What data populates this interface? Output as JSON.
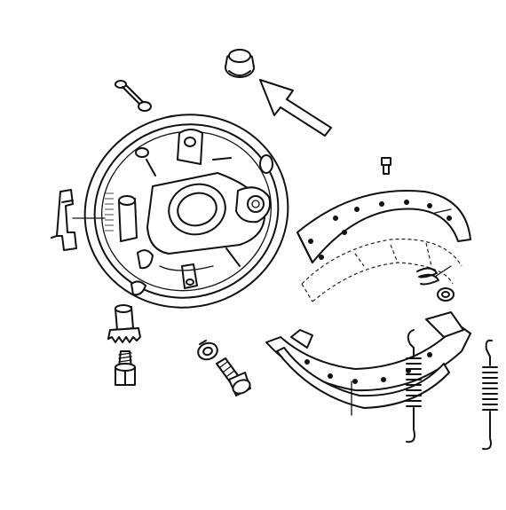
{
  "diagram": {
    "parts": [
      {
        "id": "plug",
        "icon": "rubber-plug-icon"
      },
      {
        "id": "arrow",
        "icon": "direction-arrow-icon"
      },
      {
        "id": "pin",
        "icon": "retaining-pin-icon"
      },
      {
        "id": "backplate",
        "icon": "brake-backplate-icon"
      },
      {
        "id": "lever",
        "icon": "handbrake-lever-icon"
      },
      {
        "id": "adjuster",
        "icon": "adjuster-gear-icon"
      },
      {
        "id": "bleed-screw",
        "icon": "bleed-screw-icon"
      },
      {
        "id": "clip",
        "icon": "spring-clip-icon"
      },
      {
        "id": "bolt",
        "icon": "bolt-icon"
      },
      {
        "id": "small-bolt",
        "icon": "small-bolt-icon"
      },
      {
        "id": "upper-shoe",
        "icon": "brake-shoe-icon"
      },
      {
        "id": "lower-shoe",
        "icon": "brake-shoe-icon"
      },
      {
        "id": "hold-spring",
        "icon": "hold-down-spring-icon"
      },
      {
        "id": "return-spring-1",
        "icon": "return-spring-icon"
      },
      {
        "id": "return-spring-2",
        "icon": "return-spring-icon"
      }
    ],
    "colors": {
      "ink": "#111111",
      "paper": "#ffffff"
    }
  }
}
